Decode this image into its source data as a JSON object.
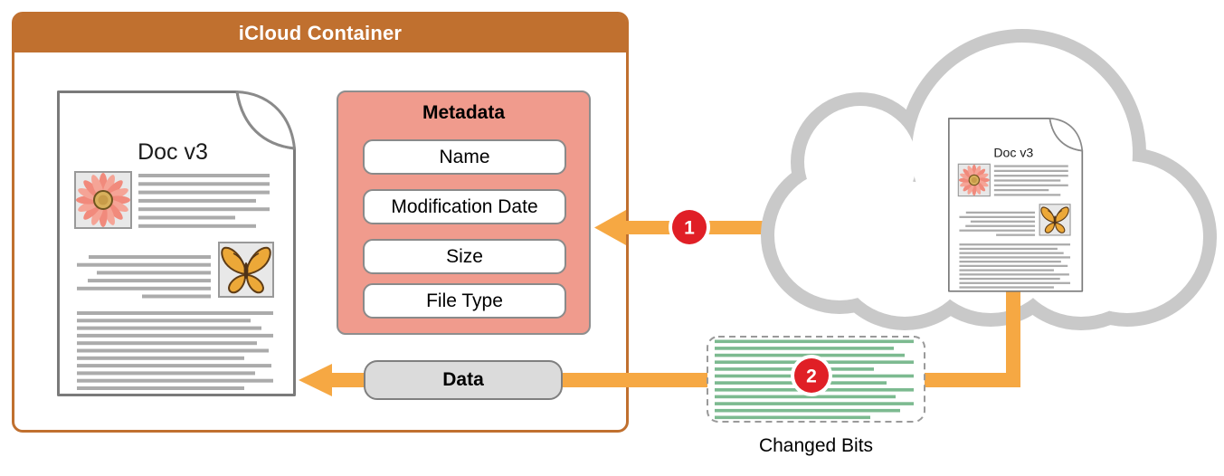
{
  "diagram": {
    "container": {
      "title": "iCloud Container"
    },
    "container_doc": {
      "label": "Doc v3"
    },
    "metadata": {
      "title": "Metadata",
      "fields": [
        "Name",
        "Modification Date",
        "Size",
        "File Type"
      ]
    },
    "data_flow": {
      "data_label": "Data",
      "step1_badge": "1",
      "step2_badge": "2",
      "changed_bits_label": "Changed Bits"
    },
    "cloud_doc": {
      "label": "Doc v3"
    },
    "colors": {
      "container_orange": "#C0702F",
      "arrow_orange": "#F6A843",
      "metadata_pink": "#F09B8D",
      "badge_red": "#E01F26",
      "changed_bits_green": "#7CBA90",
      "cloud_gray": "#C9C9C9"
    }
  }
}
